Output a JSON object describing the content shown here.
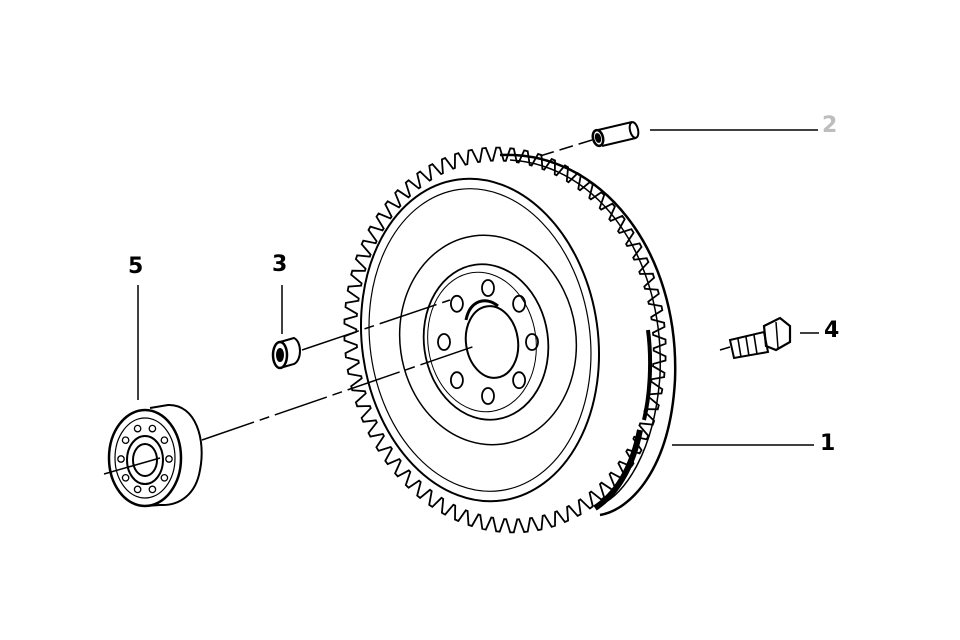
{
  "diagram": {
    "callouts": [
      {
        "id": "1",
        "text": "1",
        "color": "#000000"
      },
      {
        "id": "2",
        "text": "2",
        "color": "#bdbdbd"
      },
      {
        "id": "3",
        "text": "3",
        "color": "#000000"
      },
      {
        "id": "4",
        "text": "4",
        "color": "#000000"
      },
      {
        "id": "5",
        "text": "5",
        "color": "#000000"
      }
    ],
    "flywheel": {
      "teeth": 72,
      "bolt_holes": 8
    },
    "line_color": "#000000"
  }
}
